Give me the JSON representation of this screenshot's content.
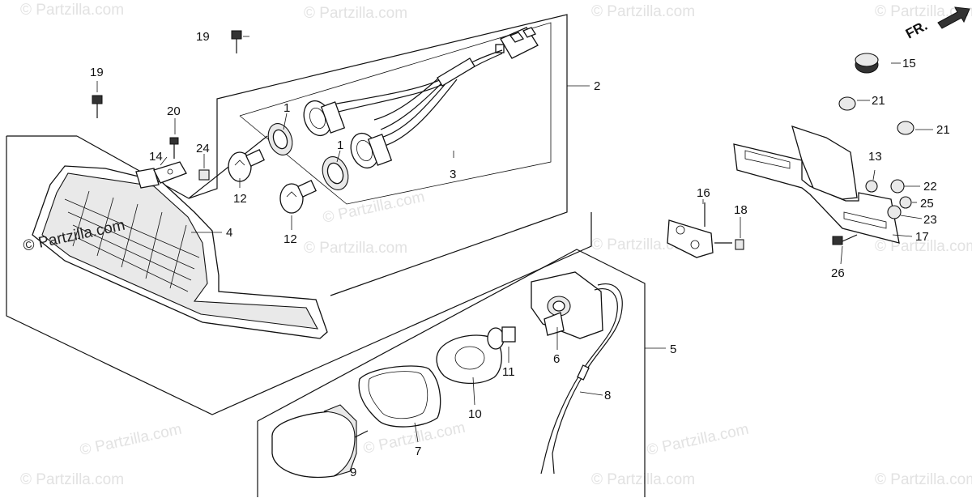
{
  "watermark": {
    "text": "© Partzilla.com",
    "prominent_text": "© Partzilla.com"
  },
  "direction_indicator": {
    "text": "FR."
  },
  "callouts": [
    {
      "id": "c1a",
      "label": "1"
    },
    {
      "id": "c1b",
      "label": "1"
    },
    {
      "id": "c2",
      "label": "2"
    },
    {
      "id": "c3",
      "label": "3"
    },
    {
      "id": "c4",
      "label": "4"
    },
    {
      "id": "c5",
      "label": "5"
    },
    {
      "id": "c6",
      "label": "6"
    },
    {
      "id": "c7",
      "label": "7"
    },
    {
      "id": "c8",
      "label": "8"
    },
    {
      "id": "c9",
      "label": "9"
    },
    {
      "id": "c10",
      "label": "10"
    },
    {
      "id": "c11",
      "label": "11"
    },
    {
      "id": "c12a",
      "label": "12"
    },
    {
      "id": "c12b",
      "label": "12"
    },
    {
      "id": "c13",
      "label": "13"
    },
    {
      "id": "c14",
      "label": "14"
    },
    {
      "id": "c15",
      "label": "15"
    },
    {
      "id": "c16",
      "label": "16"
    },
    {
      "id": "c17",
      "label": "17"
    },
    {
      "id": "c18",
      "label": "18"
    },
    {
      "id": "c19a",
      "label": "19"
    },
    {
      "id": "c19b",
      "label": "19"
    },
    {
      "id": "c20",
      "label": "20"
    },
    {
      "id": "c21a",
      "label": "21"
    },
    {
      "id": "c21b",
      "label": "21"
    },
    {
      "id": "c22",
      "label": "22"
    },
    {
      "id": "c23",
      "label": "23"
    },
    {
      "id": "c24",
      "label": "24"
    },
    {
      "id": "c25",
      "label": "25"
    },
    {
      "id": "c26",
      "label": "26"
    }
  ]
}
